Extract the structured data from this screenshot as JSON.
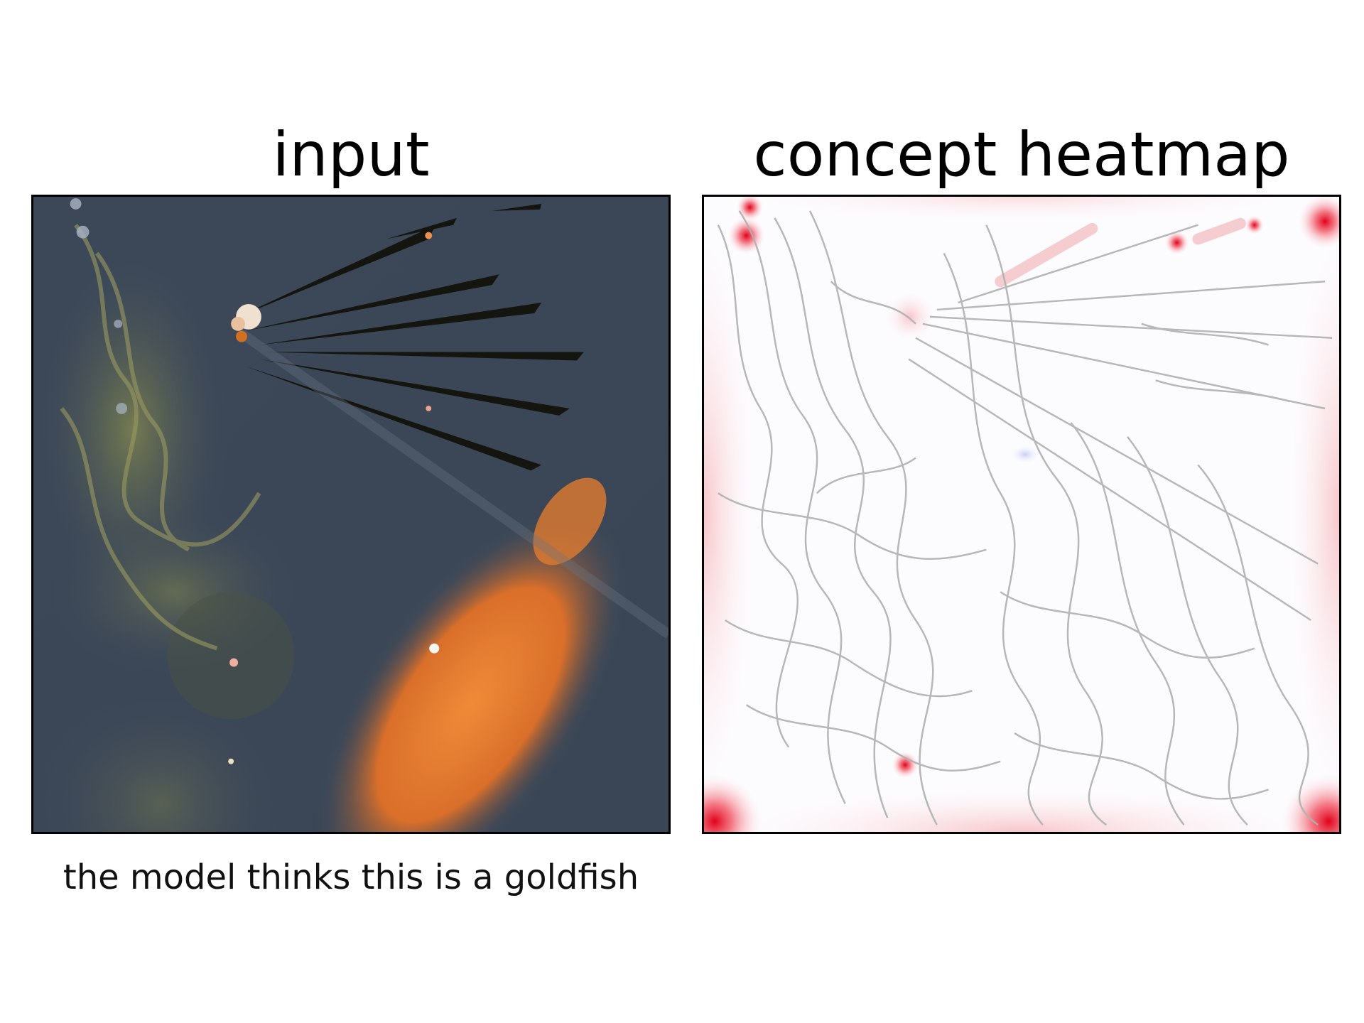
{
  "panels": {
    "left_title": "input",
    "right_title": "concept heatmap"
  },
  "caption": "the model thinks this is a goldfish",
  "colors": {
    "water": "#3e4a59",
    "goldfish": "#e07a30",
    "algae": "#8a8a4a",
    "heat_strong": "#e0001a",
    "heat_weak": "#f7c6c9",
    "contour": "#b0b0b0"
  }
}
